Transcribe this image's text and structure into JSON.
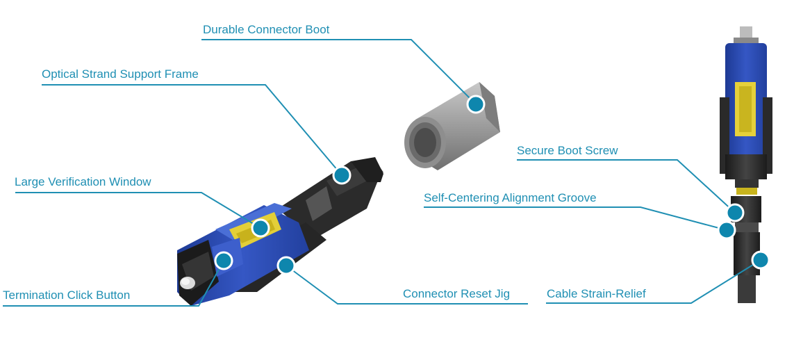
{
  "labels": {
    "durable_connector_boot": "Durable Connector Boot",
    "optical_strand_support_frame": "Optical Strand Support Frame",
    "large_verification_window": "Large Verification Window",
    "termination_click_button": "Termination Click Button",
    "connector_reset_jig": "Connector Reset Jig",
    "secure_boot_screw": "Secure Boot Screw",
    "self_centering_alignment_groove": "Self-Centering Alignment Groove",
    "cable_strain_relief": "Cable Strain-Relief"
  },
  "colors": {
    "accent": "#1f8fb3",
    "connector_blue": "#2d4fb5",
    "body_black": "#2a2a2a",
    "boot_gray": "#9a9a9a",
    "window_yellow": "#e6d13a"
  }
}
